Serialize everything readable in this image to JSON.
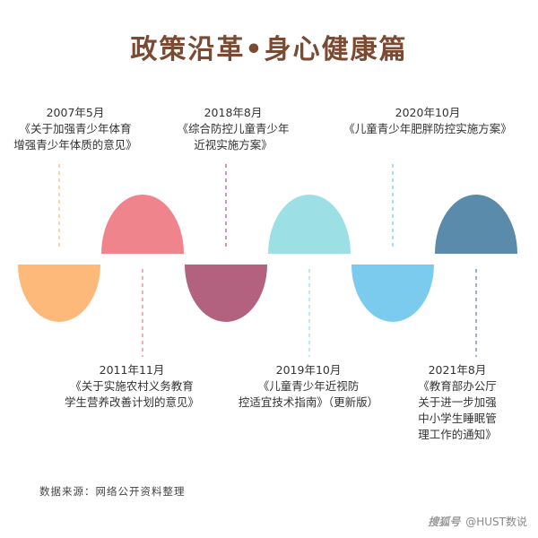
{
  "title": "政策沿革•身心健康篇",
  "events_top": [
    {
      "date": "2007年5月",
      "doc": "《关于加强青少年体育\n增强青少年体质的意见》",
      "color": "#f0848c"
    },
    {
      "date": "2018年8月",
      "doc": "《综合防控儿童青少年\n近视实施方案》",
      "color": "#9ce0e6"
    },
    {
      "date": "2020年10月",
      "doc": "《儿童青少年肥胖防控实施方案》",
      "color": "#5a8bab"
    }
  ],
  "events_bottom": [
    {
      "date": "2011年11月",
      "doc": "《关于实施农村义务教育\n学生营养改善计划的意见》",
      "color": "#fdb97a"
    },
    {
      "date": "2019年10月",
      "doc": "《儿童青少年近视防\n控适宜技术指南》（更新版）",
      "color": "#b2627e"
    },
    {
      "date": "2021年8月",
      "doc": "《教育部办公厅\n关于进一步加强\n中小学生睡眠管\n理工作的通知》",
      "color": "#7bcbee"
    }
  ],
  "source": "数据来源：网络公开资料整理",
  "watermark": {
    "brand": "搜狐号",
    "handle": "@HUST数说"
  }
}
